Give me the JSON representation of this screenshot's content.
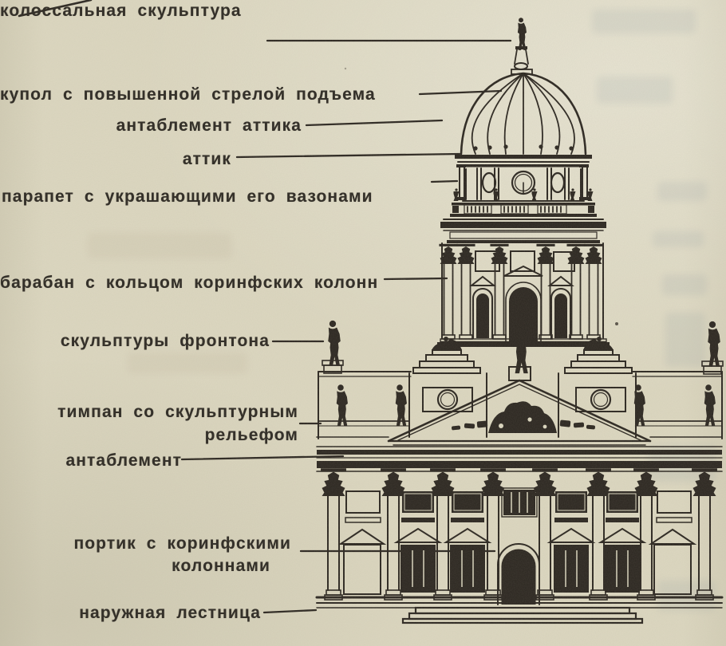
{
  "diagram": {
    "title": "cathedral facade architectural elements (labeled elevation)",
    "language": "ru",
    "labels": [
      {
        "id": "colossal-sculpture",
        "text": "колоссальная скульптура"
      },
      {
        "id": "dome",
        "text": "купол с повышенной стрелой подъема"
      },
      {
        "id": "attic-entablature",
        "text": "антаблемент аттика"
      },
      {
        "id": "attic",
        "text": "аттик"
      },
      {
        "id": "parapet-with-vases",
        "text": "парапет с украшающими его вазонами"
      },
      {
        "id": "drum-corinthian-ring",
        "text": "барабан с кольцом коринфских колонн"
      },
      {
        "id": "pediment-sculptures",
        "text": "скульптуры фронтона"
      },
      {
        "id": "tympanum-relief",
        "text": "тимпан со скульптурным",
        "text2": "рельефом"
      },
      {
        "id": "entablature",
        "text": "антаблемент"
      },
      {
        "id": "portico",
        "text": "портик с коринфскими",
        "text2": "колоннами"
      },
      {
        "id": "outer-stairs",
        "text": "наружная лестница"
      }
    ],
    "colors": {
      "paper": "#dcd7c0",
      "ink": "#2b2620"
    }
  }
}
